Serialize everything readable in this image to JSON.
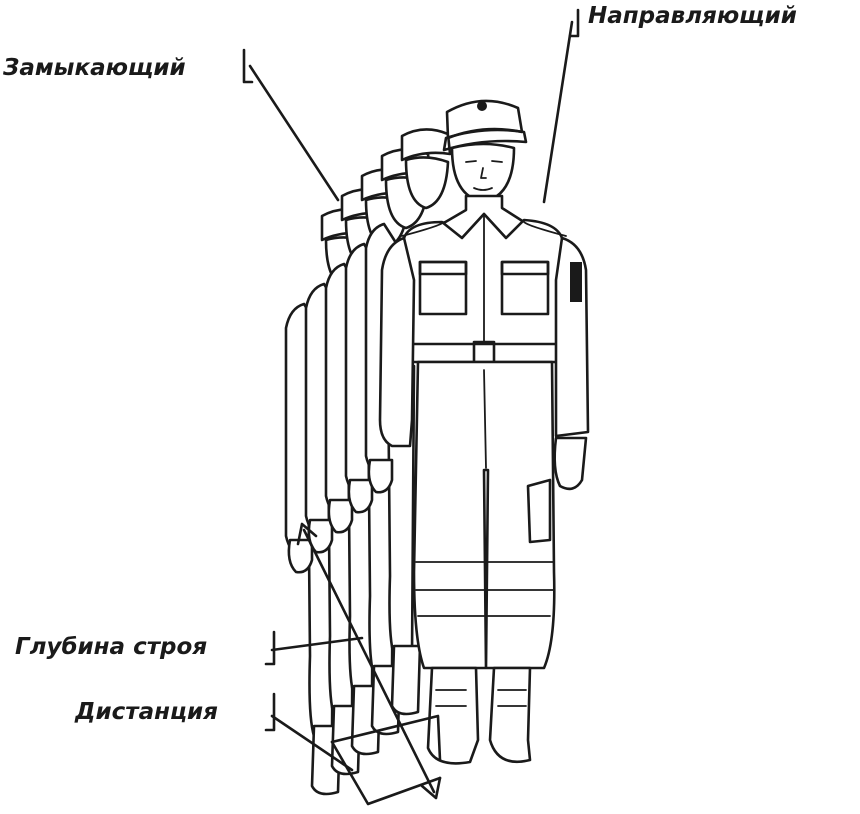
{
  "labels": {
    "leader": "Направляющий",
    "closing": "Замыкающий",
    "depth": "Глубина строя",
    "distance": "Дистанция"
  },
  "figures": {
    "count": 6
  },
  "colors": {
    "ink": "#1a1a1a",
    "background": "#ffffff"
  }
}
